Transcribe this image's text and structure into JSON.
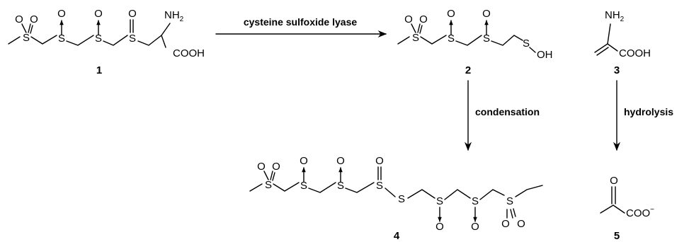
{
  "compounds": {
    "c1": {
      "number": "1",
      "labels": {
        "so2": "S",
        "o": "O",
        "s": "S",
        "nh2": "NH",
        "nh2_sub": "2",
        "cooh": "COOH"
      }
    },
    "c2": {
      "number": "2",
      "labels": {
        "so2": "S",
        "o": "O",
        "s": "S",
        "oh": "OH"
      }
    },
    "c3": {
      "number": "3",
      "labels": {
        "nh2": "NH",
        "nh2_sub": "2",
        "cooh": "COOH"
      }
    },
    "c4": {
      "number": "4",
      "labels": {
        "so2": "S",
        "o": "O",
        "s": "S"
      }
    },
    "c5": {
      "number": "5",
      "labels": {
        "o": "O",
        "coo": "COO",
        "charge": "−"
      }
    }
  },
  "arrows": {
    "lyase": "cysteine sulfoxide lyase",
    "condensation": "condensation",
    "hydrolysis": "hydrolysis"
  }
}
